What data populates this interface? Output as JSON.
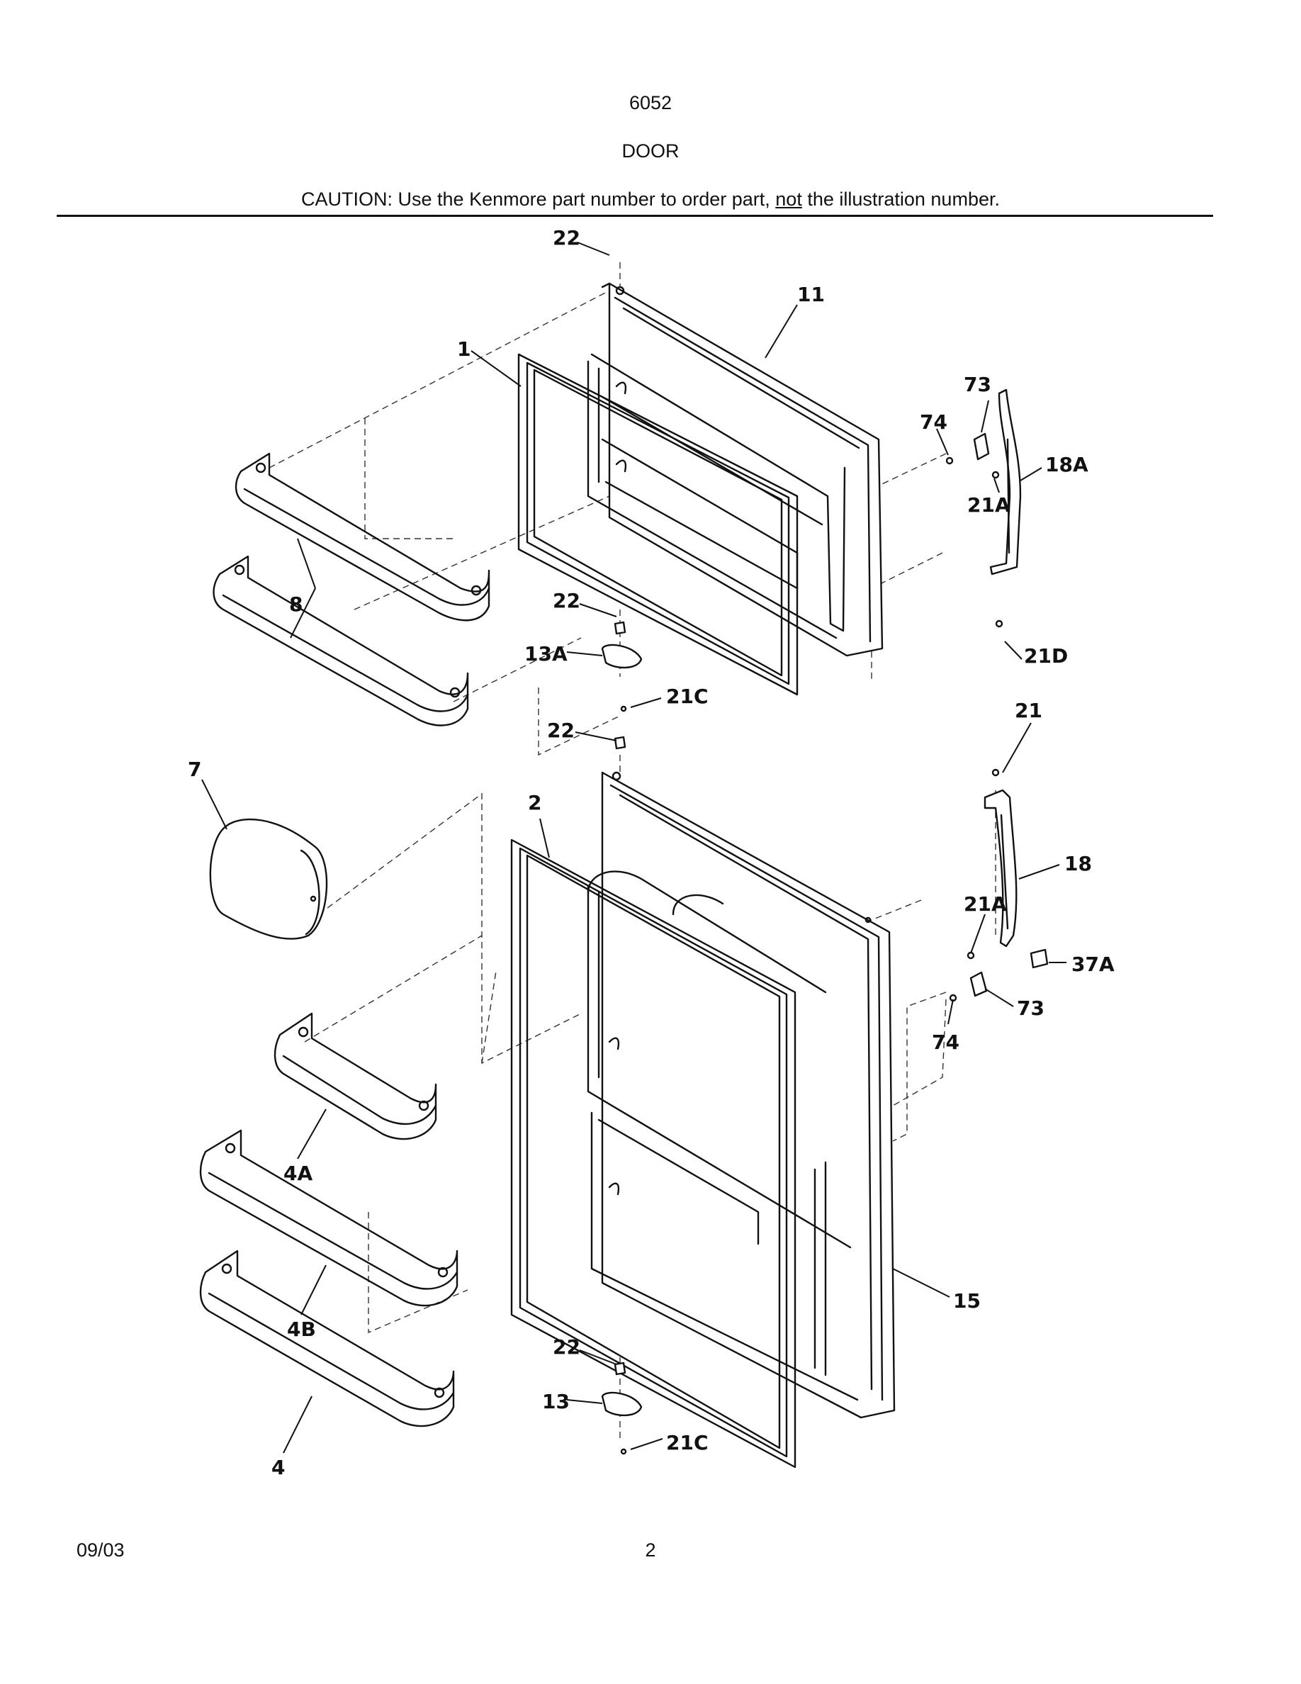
{
  "header": {
    "model": "6052",
    "section": "DOOR",
    "caution_before": "CAUTION: Use the Kenmore part number to order part, ",
    "caution_emph": "not",
    "caution_after": " the illustration number."
  },
  "labels": {
    "l22a": "22",
    "l11": "11",
    "l1": "1",
    "l73a": "73",
    "l74a": "74",
    "l18A": "18A",
    "l21Aa": "21A",
    "l8": "8",
    "l22b": "22",
    "l13A": "13A",
    "l21Ca": "21C",
    "l21D": "21D",
    "l22c": "22",
    "l21": "21",
    "l7": "7",
    "l2": "2",
    "l18": "18",
    "l21Ab": "21A",
    "l37A": "37A",
    "l73b": "73",
    "l74b": "74",
    "l4A": "4A",
    "l4B": "4B",
    "l15": "15",
    "l22d": "22",
    "l13": "13",
    "l21Cb": "21C",
    "l4": "4"
  },
  "footer": {
    "date": "09/03",
    "page": "2"
  }
}
